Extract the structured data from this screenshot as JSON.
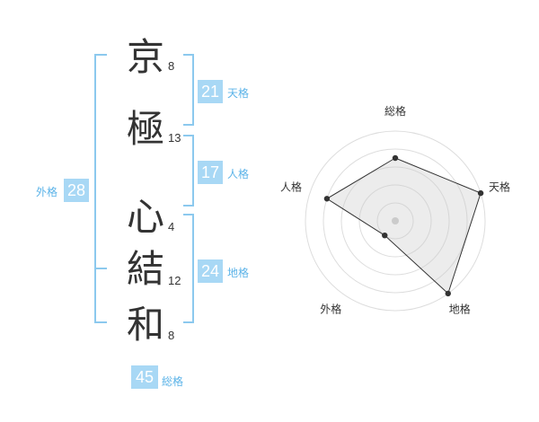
{
  "name": {
    "chars": [
      {
        "char": "京",
        "strokes": "8"
      },
      {
        "char": "極",
        "strokes": "13"
      },
      {
        "char": "心",
        "strokes": "4"
      },
      {
        "char": "結",
        "strokes": "12"
      },
      {
        "char": "和",
        "strokes": "8"
      }
    ]
  },
  "kaku": {
    "tenkaku": {
      "value": "21",
      "label": "天格"
    },
    "jinkaku": {
      "value": "17",
      "label": "人格"
    },
    "chikaku": {
      "value": "24",
      "label": "地格"
    },
    "gaikaku": {
      "value": "28",
      "label": "外格"
    },
    "soukaku": {
      "value": "45",
      "label": "総格"
    }
  },
  "colors": {
    "accent_box": "#a8d8f5",
    "accent_line": "#8cc9ee",
    "accent_text": "#5bb3e8"
  },
  "chart_data": {
    "type": "radar",
    "axes": [
      "総格",
      "天格",
      "地格",
      "外格",
      "人格"
    ],
    "values": [
      3.5,
      5,
      5,
      1,
      4
    ],
    "max": 5,
    "rings": 5
  }
}
